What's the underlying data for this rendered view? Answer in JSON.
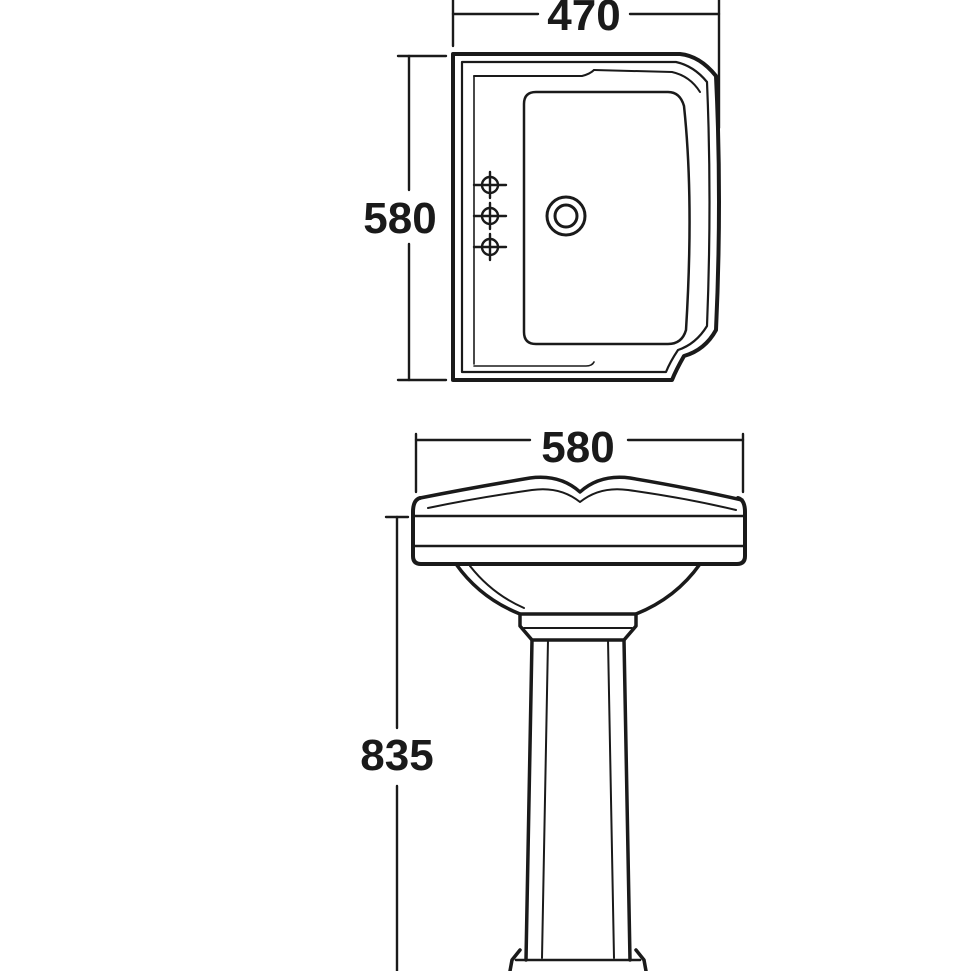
{
  "diagram": {
    "top_view": {
      "width_label": "470",
      "depth_label": "580"
    },
    "front_view": {
      "width_label": "580",
      "height_label": "835"
    }
  },
  "colors": {
    "line": "#1a1a1a",
    "background": "#ffffff"
  }
}
